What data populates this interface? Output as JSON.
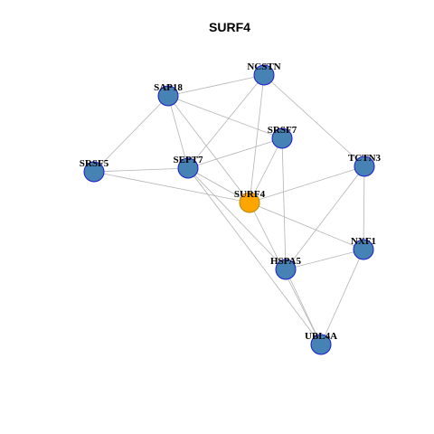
{
  "title": "SURF4",
  "colors": {
    "node_fill": "#4682b4",
    "node_stroke": "#1a1acd",
    "focus_fill": "#ffa500",
    "focus_stroke": "#b8860b",
    "edge": "#b3b3b3"
  },
  "nodes": [
    {
      "id": "NCSTN",
      "label": "NCSTN",
      "focus": false
    },
    {
      "id": "SAP18",
      "label": "SAP18",
      "focus": false
    },
    {
      "id": "SRSF7",
      "label": "SRSF7",
      "focus": false
    },
    {
      "id": "SRSF5",
      "label": "SRSF5",
      "focus": false
    },
    {
      "id": "SEPT7",
      "label": "SEPT7",
      "focus": false
    },
    {
      "id": "TCTN3",
      "label": "TCTN3",
      "focus": false
    },
    {
      "id": "SURF4",
      "label": "SURF4",
      "focus": true
    },
    {
      "id": "NXF1",
      "label": "NXF1",
      "focus": false
    },
    {
      "id": "HSPA5",
      "label": "HSPA5",
      "focus": false
    },
    {
      "id": "UBL4A",
      "label": "UBL4A",
      "focus": false
    }
  ],
  "edges": [
    [
      "SAP18",
      "NCSTN"
    ],
    [
      "SAP18",
      "SRSF7"
    ],
    [
      "SAP18",
      "SRSF5"
    ],
    [
      "SAP18",
      "SEPT7"
    ],
    [
      "SAP18",
      "SURF4"
    ],
    [
      "NCSTN",
      "SEPT7"
    ],
    [
      "NCSTN",
      "SURF4"
    ],
    [
      "NCSTN",
      "TCTN3"
    ],
    [
      "SRSF7",
      "SEPT7"
    ],
    [
      "SRSF7",
      "SURF4"
    ],
    [
      "SRSF7",
      "HSPA5"
    ],
    [
      "SRSF5",
      "SEPT7"
    ],
    [
      "SRSF5",
      "SURF4"
    ],
    [
      "SEPT7",
      "SURF4"
    ],
    [
      "SEPT7",
      "HSPA5"
    ],
    [
      "SEPT7",
      "UBL4A"
    ],
    [
      "TCTN3",
      "SURF4"
    ],
    [
      "TCTN3",
      "HSPA5"
    ],
    [
      "TCTN3",
      "NXF1"
    ],
    [
      "SURF4",
      "NXF1"
    ],
    [
      "SURF4",
      "UBL4A"
    ],
    [
      "HSPA5",
      "NXF1"
    ],
    [
      "HSPA5",
      "UBL4A"
    ],
    [
      "NXF1",
      "UBL4A"
    ]
  ]
}
